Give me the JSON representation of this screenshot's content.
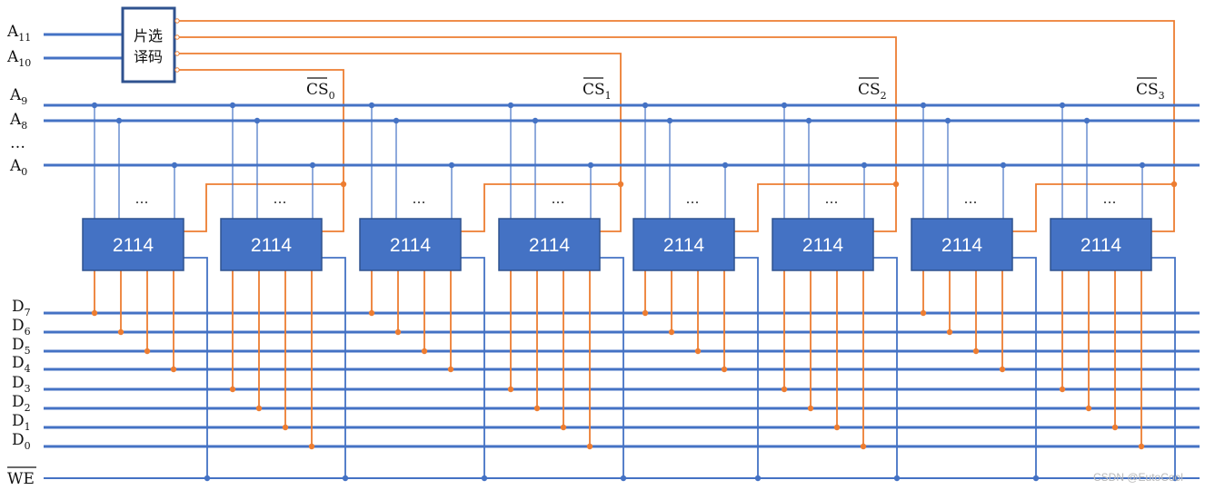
{
  "decoder": {
    "line1": "片选",
    "line2": "译码"
  },
  "address_inputs": [
    {
      "main": "A",
      "sub": "11"
    },
    {
      "main": "A",
      "sub": "10"
    }
  ],
  "address_bus": [
    {
      "main": "A",
      "sub": "9"
    },
    {
      "main": "A",
      "sub": "8"
    },
    {
      "main": "…",
      "sub": ""
    },
    {
      "main": "A",
      "sub": "0"
    }
  ],
  "chip_label": "2114",
  "chip_count": 8,
  "chip_dots": "…",
  "chip_selects": [
    {
      "main": "CS",
      "sub": "0"
    },
    {
      "main": "CS",
      "sub": "1"
    },
    {
      "main": "CS",
      "sub": "2"
    },
    {
      "main": "CS",
      "sub": "3"
    }
  ],
  "data_bus": [
    {
      "main": "D",
      "sub": "7"
    },
    {
      "main": "D",
      "sub": "6"
    },
    {
      "main": "D",
      "sub": "5"
    },
    {
      "main": "D",
      "sub": "4"
    },
    {
      "main": "D",
      "sub": "3"
    },
    {
      "main": "D",
      "sub": "2"
    },
    {
      "main": "D",
      "sub": "1"
    },
    {
      "main": "D",
      "sub": "0"
    }
  ],
  "write_enable": "WE",
  "watermark": "CSDN @EutoCool",
  "colors": {
    "bus": "#4472c4",
    "wire": "#ed7d31",
    "chip_fill": "#4472c4",
    "chip_border": "#2f528f"
  }
}
